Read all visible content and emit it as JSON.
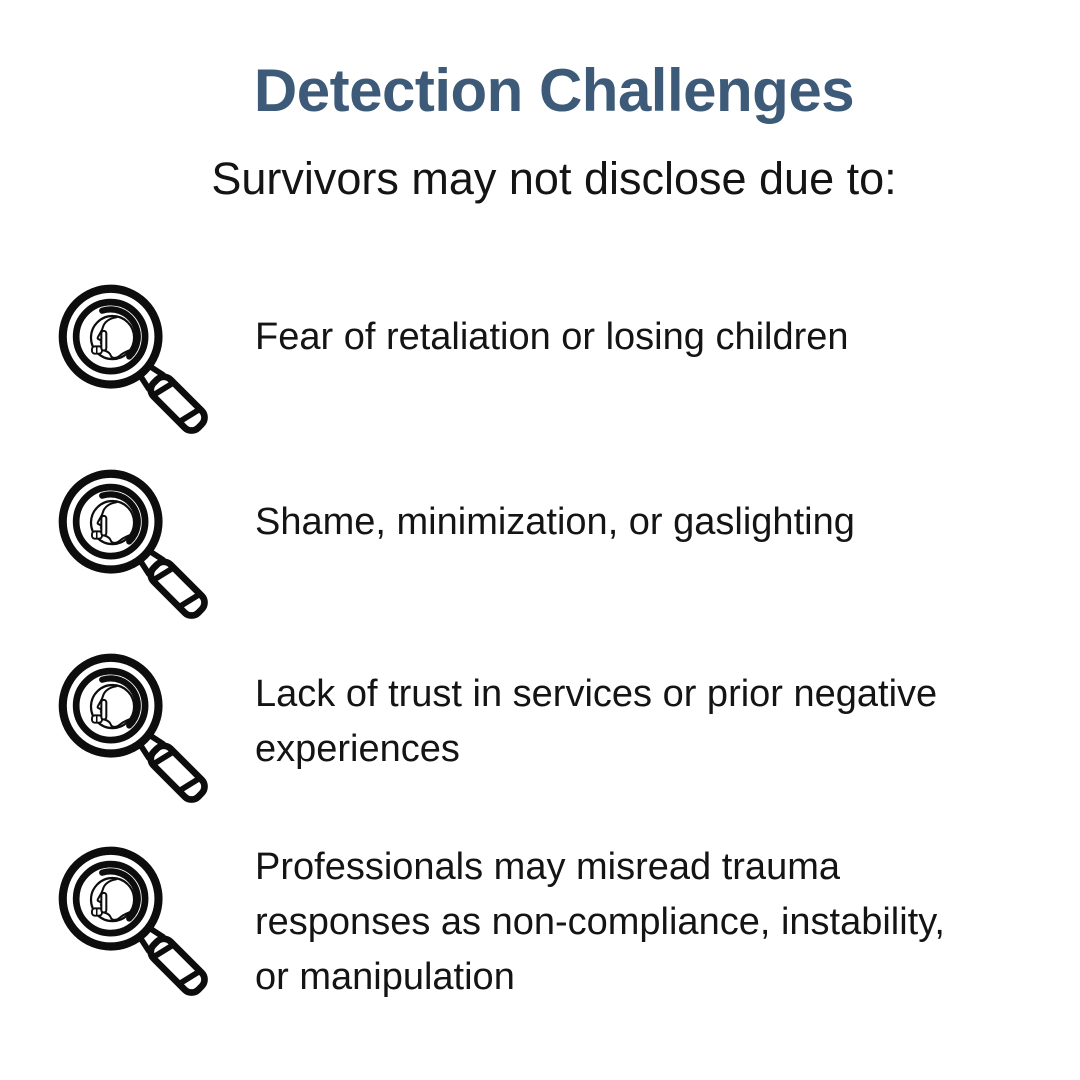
{
  "header": {
    "title": "Detection Challenges",
    "subtitle": "Survivors may not disclose due to:"
  },
  "items": [
    {
      "icon": "magnifier-shh-icon",
      "lines": [
        "Fear of retaliation or losing children"
      ]
    },
    {
      "icon": "magnifier-shh-icon",
      "lines": [
        "Shame, minimization, or gaslighting"
      ]
    },
    {
      "icon": "magnifier-shh-icon",
      "lines": [
        "Lack of trust in services or prior negative",
        "experiences"
      ]
    },
    {
      "icon": "magnifier-shh-icon",
      "lines": [
        "Professionals may misread trauma",
        "responses as non-compliance, instability,",
        "or manipulation"
      ]
    }
  ],
  "colors": {
    "title_color": "#3d5a78",
    "body_color": "#141414",
    "icon_color": "#0d0d0d",
    "background_color": "#ffffff"
  }
}
